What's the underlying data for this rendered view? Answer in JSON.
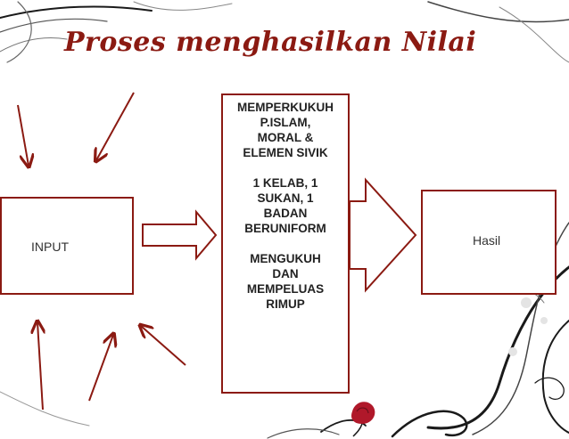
{
  "title": "Proses menghasilkan Nilai",
  "input_label": "INPUT",
  "output_label": "Hasil",
  "process_lines": [
    "MEMPERKUKUH",
    "P.ISLAM,",
    "MORAL &",
    "ELEMEN SIVIK",
    "",
    "1 KELAB, 1",
    "SUKAN, 1",
    "BADAN",
    "BERUNIFORM",
    "",
    "MENGUKUH",
    "DAN",
    "MEMPELUAS",
    "RIMUP"
  ],
  "colors": {
    "accent": "#8b1a12",
    "text": "#222222",
    "flourish": "#1a1a1a",
    "rose": "#b0182a"
  }
}
